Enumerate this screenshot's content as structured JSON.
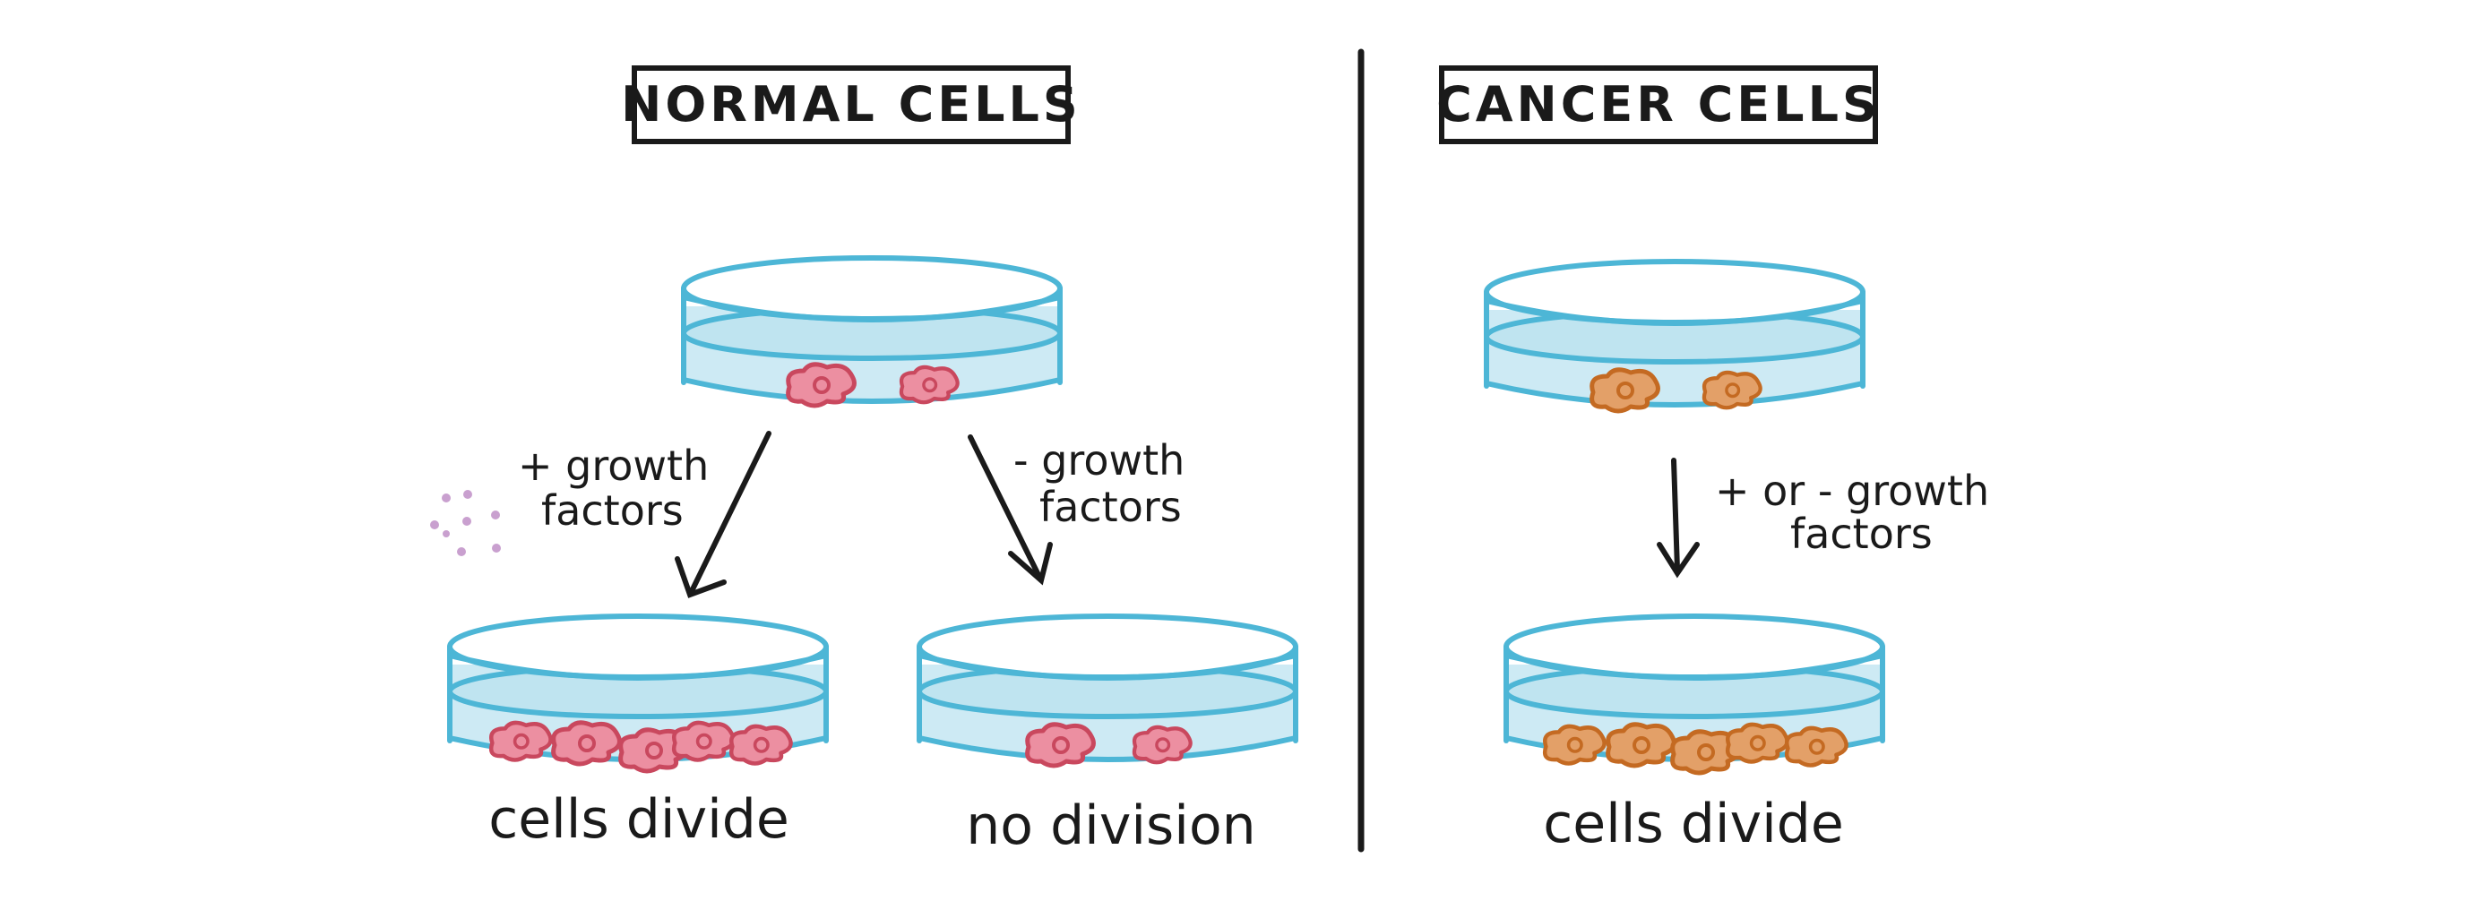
{
  "titles": {
    "normal": "NORMAL CELLS",
    "cancer": "CANCER CELLS"
  },
  "labels": {
    "plus_growth_line1": "+ growth",
    "plus_growth_line2": "factors",
    "minus_growth_line1": "- growth",
    "minus_growth_line2": "factors",
    "plus_or_minus_line1": "+ or - growth",
    "plus_or_minus_line2": "factors"
  },
  "captions": {
    "normal_with_factors": "cells divide",
    "normal_without_factors": "no division",
    "cancer_result": "cells divide"
  },
  "colors": {
    "dish_outline": "#4db6d6",
    "dish_fill": "#cdeaf4",
    "normal_cell_outline": "#c9485e",
    "normal_cell_fill": "#ec8fa1",
    "cancer_cell_outline": "#c46a22",
    "cancer_cell_fill": "#e3a068",
    "growth_factor_dots": "#c9a0cf",
    "ink": "#1a1a1a"
  }
}
